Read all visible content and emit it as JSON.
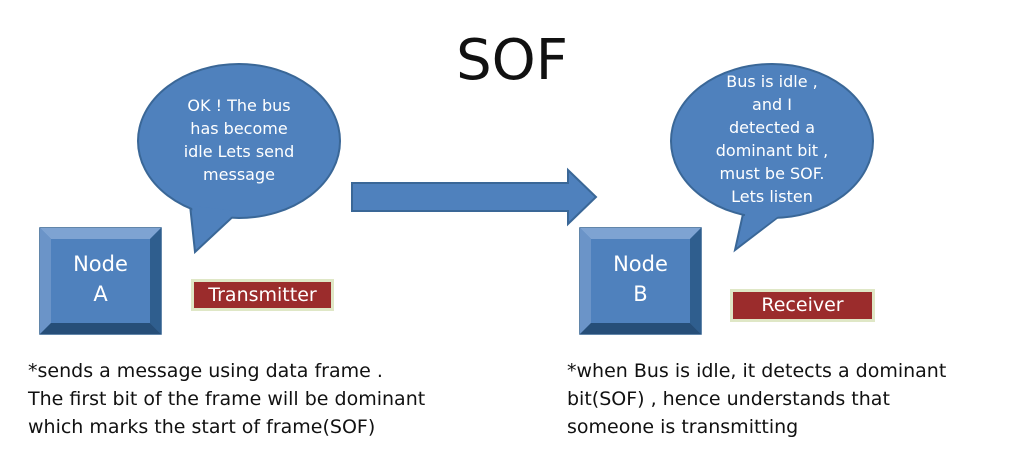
{
  "title": "SOF",
  "colors": {
    "bubble_fill": "#4f81bd",
    "node_fill": "#4f81bd",
    "arrow_fill": "#4f81bd",
    "role_fill": "#9b2c2c"
  },
  "left": {
    "bubble_lines": [
      "OK ! The bus",
      "has become",
      "idle Lets send",
      "message"
    ],
    "node_lines": [
      "Node",
      "A"
    ],
    "role": "Transmitter",
    "caption_lines": [
      "*sends a message using data frame .",
      "The first bit of the frame will be dominant",
      "which marks the start of frame(SOF)"
    ]
  },
  "right": {
    "bubble_lines": [
      "Bus is idle ,",
      "and I",
      "detected a",
      "dominant bit ,",
      "must be SOF.",
      "Lets listen"
    ],
    "node_lines": [
      "Node",
      "B"
    ],
    "role": "Receiver",
    "caption_lines": [
      "*when Bus is idle, it detects a dominant",
      "bit(SOF) , hence understands  that",
      "someone is transmitting"
    ]
  }
}
